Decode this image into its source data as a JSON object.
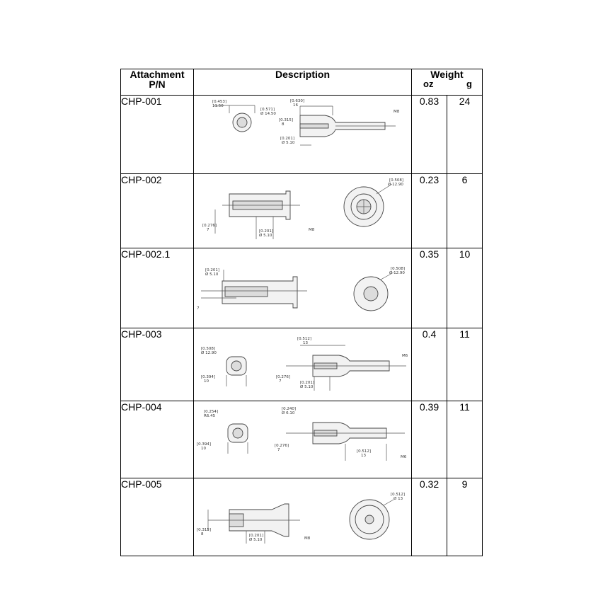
{
  "header": {
    "pn": "Attachment P/N",
    "description": "Description",
    "weight": "Weight",
    "oz": "oz",
    "g": "g"
  },
  "rows": [
    {
      "pn": "CHP-001",
      "oz": "0.83",
      "g": "24",
      "dims": [
        "[0.453]",
        "11.50",
        "[0.571]",
        "Ø 14.50",
        "[0.630]",
        "16",
        "[0.315]",
        "8",
        "[0.201]",
        "Ø 5.10",
        "M8"
      ]
    },
    {
      "pn": "CHP-002",
      "oz": "0.23",
      "g": "6",
      "dims": [
        "[0.508]",
        "Ø 12.90",
        "[0.276]",
        "7",
        "[0.201]",
        "Ø 5.10",
        "M8"
      ]
    },
    {
      "pn": "CHP-002.1",
      "oz": "0.35",
      "g": "10",
      "dims": [
        "[0.201]",
        "Ø 5.10",
        "[0.508]",
        "Ø 12.90",
        "7"
      ]
    },
    {
      "pn": "CHP-003",
      "oz": "0.4",
      "g": "11",
      "dims": [
        "[0.508]",
        "Ø 12.90",
        "[0.394]",
        "10",
        "[0.512]",
        "13",
        "[0.276]",
        "7",
        "[0.201]",
        "Ø 5.10",
        "M6"
      ]
    },
    {
      "pn": "CHP-004",
      "oz": "0.39",
      "g": "11",
      "dims": [
        "[0.254]",
        "R6.45",
        "[0.394]",
        "10",
        "[0.240]",
        "Ø 6.10",
        "[0.276]",
        "7",
        "[0.512]",
        "13",
        "M6"
      ]
    },
    {
      "pn": "CHP-005",
      "oz": "0.32",
      "g": "9",
      "dims": [
        "[0.512]",
        "Ø 13",
        "[0.315]",
        "8",
        "[0.201]",
        "Ø 5.10",
        "M8"
      ]
    }
  ]
}
